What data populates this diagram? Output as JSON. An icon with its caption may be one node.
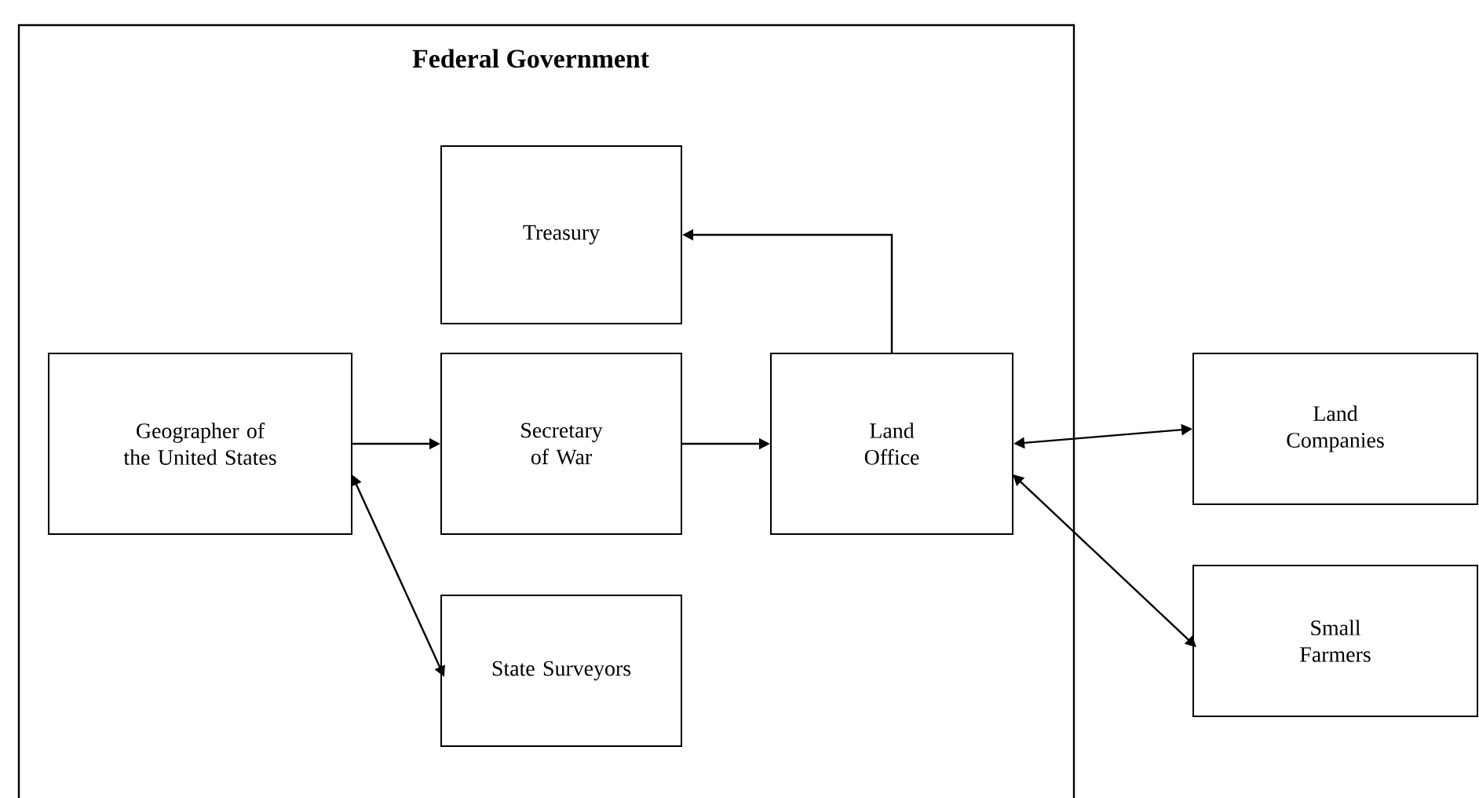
{
  "diagram": {
    "nodes": [
      {
        "text": [
          "Federal Government"
        ]
      },
      {
        "text": [
          "Treasury"
        ],
        "in": 0
      },
      {
        "text": [
          "Geographer of the United States"
        ],
        "in": 0
      },
      {
        "text": [
          "Secretary of War"
        ],
        "in": 0
      },
      {
        "text": [
          "Land Office"
        ],
        "in": 0
      },
      {
        "text": [
          "State Surveyors"
        ],
        "in": 0
      },
      {
        "text": [
          "Land Companies"
        ]
      },
      {
        "text": [
          "Small Farmers"
        ]
      }
    ],
    "edges": [
      {
        "from": 2,
        "to": 3,
        "arrow": "to"
      },
      {
        "from": 3,
        "to": 4,
        "arrow": "to"
      },
      {
        "from": 4,
        "to": 1,
        "arrow": "to"
      },
      {
        "from": 2,
        "to": 5,
        "arrow": "both"
      },
      {
        "from": 4,
        "to": 6,
        "arrow": "both"
      },
      {
        "from": 4,
        "to": 7,
        "arrow": "both"
      }
    ]
  }
}
